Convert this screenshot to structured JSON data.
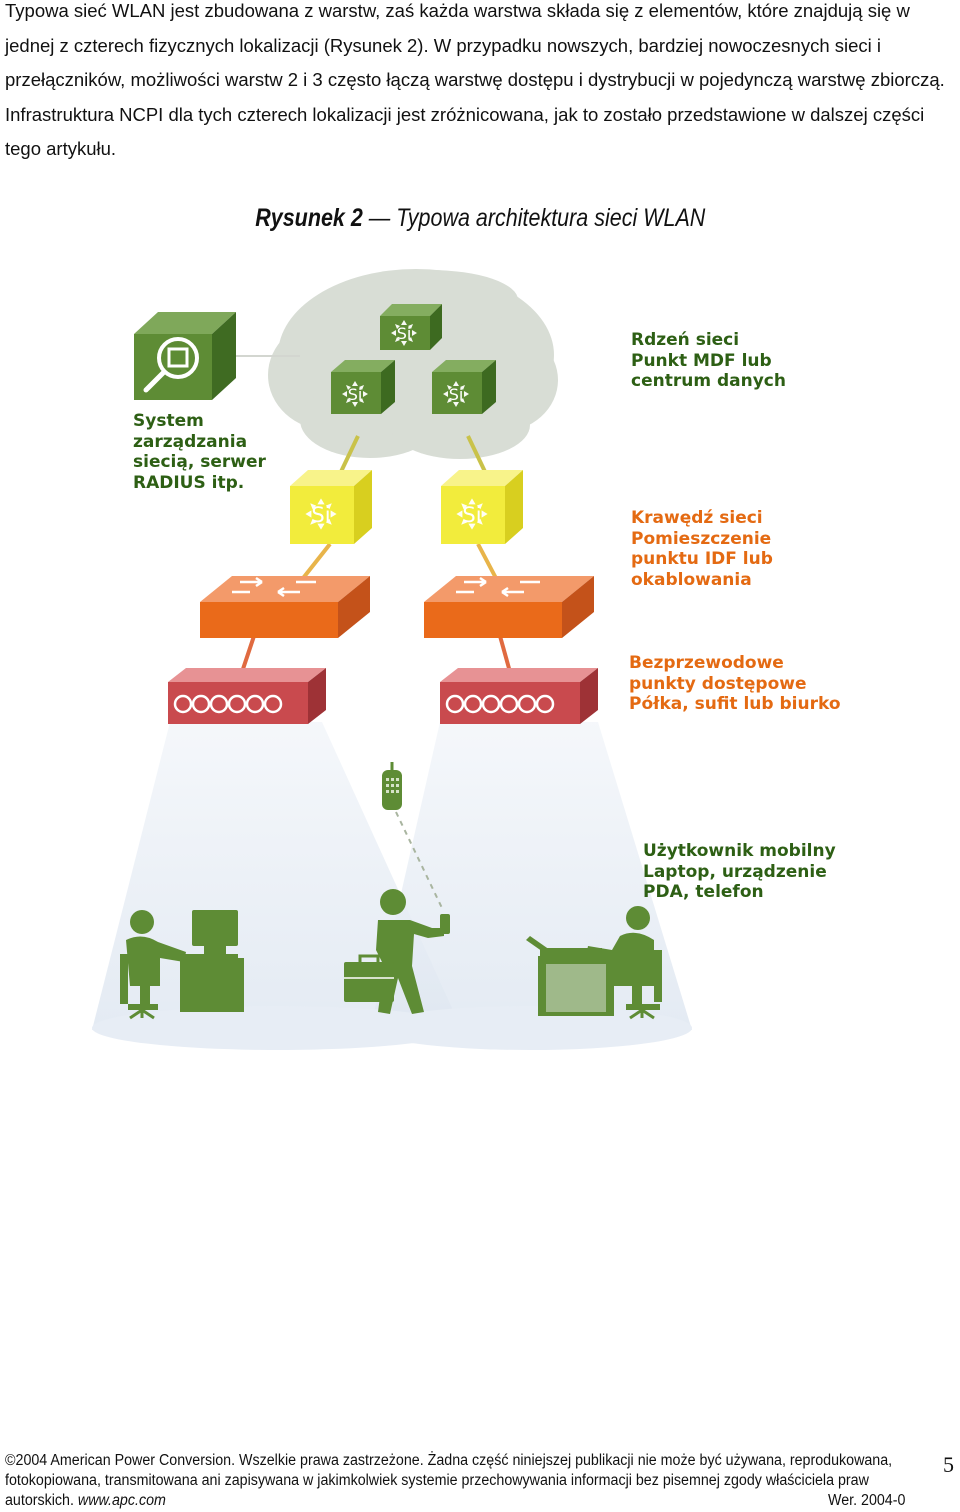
{
  "body": {
    "paragraph": "Typowa sieć WLAN jest zbudowana z warstw, zaś każda warstwa składa się z elementów, które znajdują się w jednej z czterech fizycznych lokalizacji (Rysunek 2). W przypadku nowszych, bardziej nowoczesnych sieci i przełączników, możliwości warstw 2 i 3 często łączą warstwę dostępu i dystrybucji w pojedynczą warstwę zbiorczą. Infrastruktura NCPI dla tych czterech lokalizacji jest zróżnicowana, jak to zostało przedstawione w dalszej części tego artykułu."
  },
  "figure": {
    "caption_label": "Rysunek 2",
    "caption_dash": " — ",
    "caption_title": "Typowa architektura sieci WLAN",
    "switch_label": "Si",
    "labels": {
      "mgmt": [
        "System",
        "zarządzania",
        "siecią, serwer",
        "RADIUS itp."
      ],
      "core": [
        "Rdzeń sieci",
        "Punkt MDF lub",
        "centrum danych"
      ],
      "edge": [
        "Krawędź sieci",
        "Pomieszczenie",
        "punktu IDF lub",
        "okablowania"
      ],
      "ap": [
        "Bezprzewodowe",
        "punkty dostępowe",
        "Półka, sufit lub biurko"
      ],
      "mobile": [
        "Użytkownik mobilny",
        "Laptop, urządzenie",
        "PDA, telefon"
      ]
    },
    "colors": {
      "core_label": "#2d5f14",
      "edge_label": "#e46a12",
      "ap_label": "#e46a12",
      "mobile_label": "#2d5f14",
      "green": "#5e8c35",
      "yellow": "#f2ec3c",
      "orange": "#ea6a1a",
      "red": "#c94a4e",
      "cloud": "#d9ddd5",
      "beam": "#e7edf5"
    }
  },
  "footer": {
    "copyright_line": "©2004 American Power Conversion. Wszelkie prawa zastrzeżone. Żadna część niniejszej publikacji nie może być używana, reprodukowana,",
    "line2": "fotokopiowana, transmitowana ani zapisywana w jakimkolwiek systemie przechowywania informacji bez pisemnej zgody właściciela praw",
    "line3_prefix": "autorskich. ",
    "website": "www.apc.com",
    "version": "Wer. 2004-0",
    "page_number": "5"
  }
}
